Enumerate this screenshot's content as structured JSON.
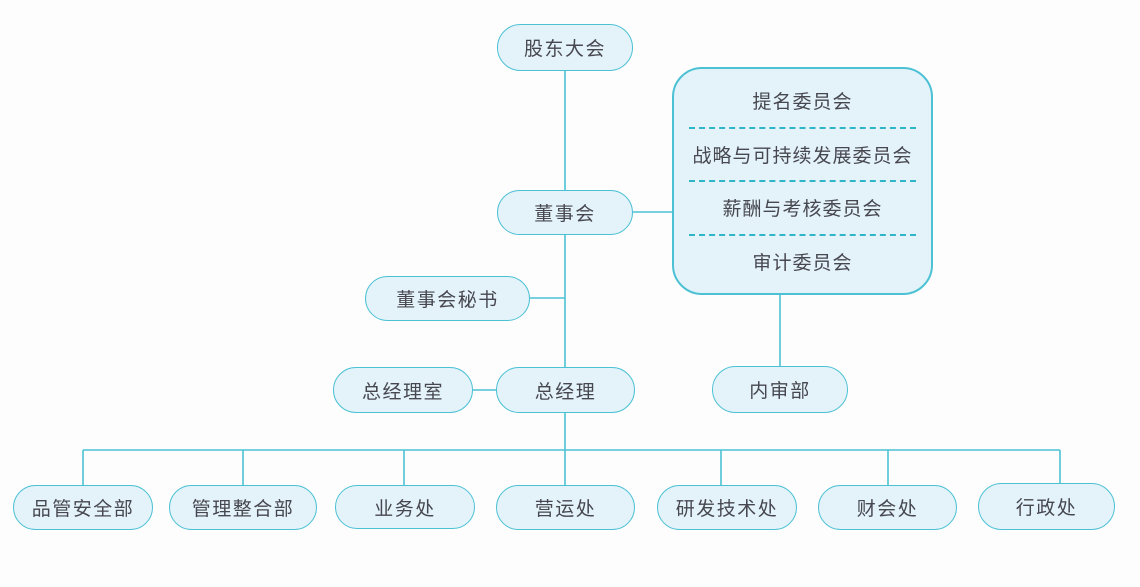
{
  "org_chart": {
    "nodes": {
      "shareholders_meeting": "股东大会",
      "board_of_directors": "董事会",
      "board_secretary": "董事会秘书",
      "gm_office": "总经理室",
      "general_manager": "总经理",
      "internal_audit_dept": "内审部"
    },
    "board_committees": [
      "提名委员会",
      "战略与可持续发展委员会",
      "薪酬与考核委员会",
      "审计委员会"
    ],
    "departments": [
      "品管安全部",
      "管理整合部",
      "业务处",
      "营运处",
      "研发技术处",
      "财会处",
      "行政处"
    ],
    "colors": {
      "node_fill": "#e4f3fa",
      "node_border": "#4cc1d4",
      "connector": "#4cc1d4",
      "divider_dash": "#2fb5c8",
      "text": "#47474f",
      "background": "#fdfdfd"
    }
  }
}
